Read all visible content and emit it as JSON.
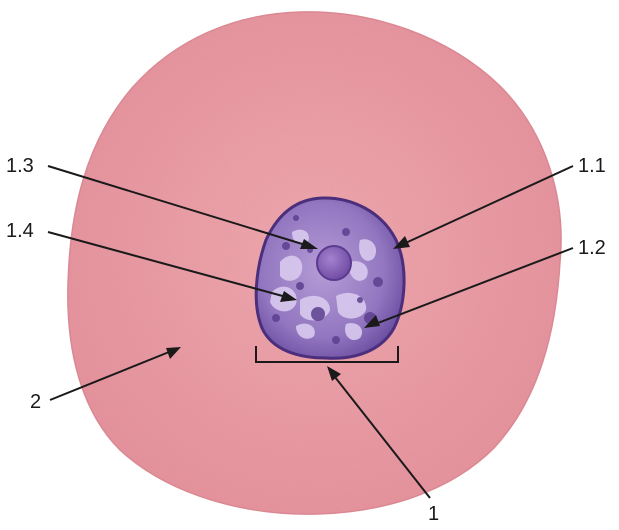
{
  "figure": {
    "colors": {
      "cytoplasm": "#e89aa0",
      "cytoplasm_edge": "#dc8a93",
      "nucleus": "#8c6cb6",
      "nucleus_edge": "#4b2f7c",
      "nucleolus": "#8a63b9",
      "chromatin": "#5a3d8e",
      "nucleoplasm_light": "#d6c6ec",
      "line": "#1a1a1a"
    },
    "labels": {
      "nuclear_envelope": "1.1",
      "chromatin": "1.2",
      "nucleolus": "1.3",
      "nucleoplasm": "1.4",
      "nucleus": "1",
      "cytoplasm": "2"
    }
  }
}
